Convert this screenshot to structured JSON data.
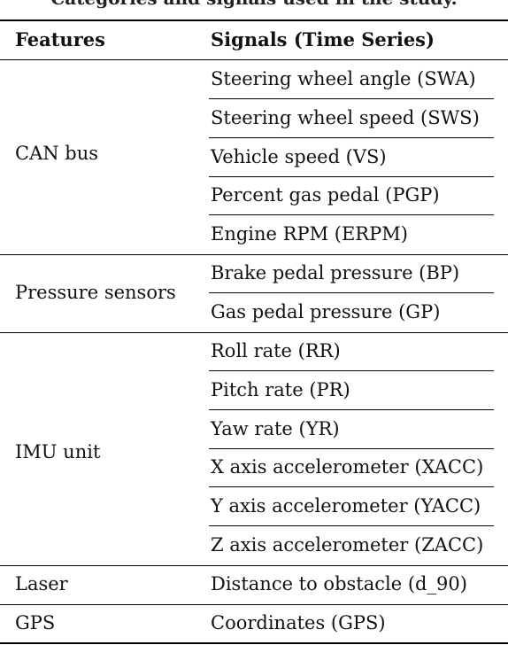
{
  "caption": "Categories and signals used in the study.",
  "table": {
    "headers": [
      "Features",
      "Signals (Time Series)"
    ],
    "groups": [
      {
        "feature": "CAN bus",
        "signals": [
          "Steering wheel angle (SWA)",
          "Steering wheel speed (SWS)",
          "Vehicle speed (VS)",
          "Percent gas pedal (PGP)",
          "Engine RPM (ERPM)"
        ]
      },
      {
        "feature": "Pressure sensors",
        "signals": [
          "Brake pedal pressure (BP)",
          "Gas pedal pressure (GP)"
        ]
      },
      {
        "feature": "IMU unit",
        "signals": [
          "Roll rate (RR)",
          "Pitch rate (PR)",
          "Yaw rate (YR)",
          "X axis accelerometer (XACC)",
          "Y axis accelerometer (YACC)",
          "Z axis accelerometer (ZACC)"
        ]
      },
      {
        "feature": "Laser",
        "signals": [
          "Distance to obstacle (d_90)"
        ]
      },
      {
        "feature": "GPS",
        "signals": [
          "Coordinates (GPS)"
        ]
      }
    ]
  }
}
